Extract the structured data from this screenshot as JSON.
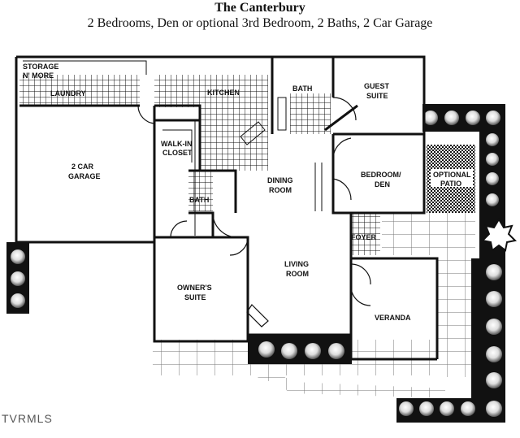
{
  "header": {
    "title": "The Canterbury",
    "subtitle": "2 Bedrooms, Den or optional 3rd Bedroom, 2 Baths, 2 Car Garage"
  },
  "rooms": {
    "storage_l1": "STORAGE",
    "storage_l2": "N' MORE",
    "laundry": "LAUNDRY",
    "kitchen": "KITCHEN",
    "bath_top": "BATH",
    "guest_l1": "GUEST",
    "guest_l2": "SUITE",
    "garage_l1": "2 CAR",
    "garage_l2": "GARAGE",
    "walkin_l1": "WALK-IN",
    "walkin_l2": "CLOSET",
    "bath_mid": "BATH",
    "dining_l1": "DINING",
    "dining_l2": "ROOM",
    "bedroom_l1": "BEDROOM/",
    "bedroom_l2": "DEN",
    "patio_l1": "OPTIONAL",
    "patio_l2": "PATIO",
    "foyer": "FOYER",
    "living_l1": "LIVING",
    "living_l2": "ROOM",
    "owners_l1": "OWNER'S",
    "owners_l2": "SUITE",
    "veranda": "VERANDA"
  },
  "watermark": "TVRMLS",
  "colors": {
    "ink": "#111111",
    "paper": "#ffffff"
  }
}
